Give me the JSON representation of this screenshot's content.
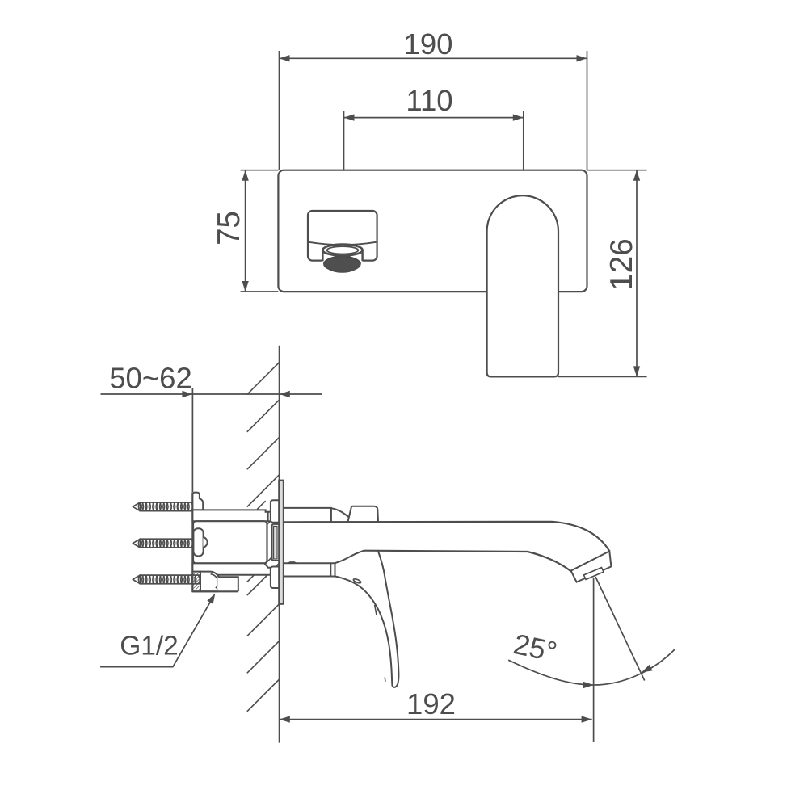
{
  "document": {
    "type": "technical installation drawing",
    "subject": "wall-mounted basin mixer faucet, front view and side section view",
    "background": "#ffffff",
    "line_color": "#4d4d4d"
  },
  "front_view": {
    "name": "front view (wall plate with spout and lever handle)",
    "dim_width": "190",
    "dim_spacing": "110",
    "dim_plate_height": "75",
    "dim_handle_height": "126"
  },
  "side_view": {
    "name": "side section view (in-wall valve body, spout, lever, water stream)",
    "dim_wall_depth": "50~62",
    "dim_reach": "192",
    "dim_angle": "25°",
    "dim_thread": "G1/2"
  }
}
